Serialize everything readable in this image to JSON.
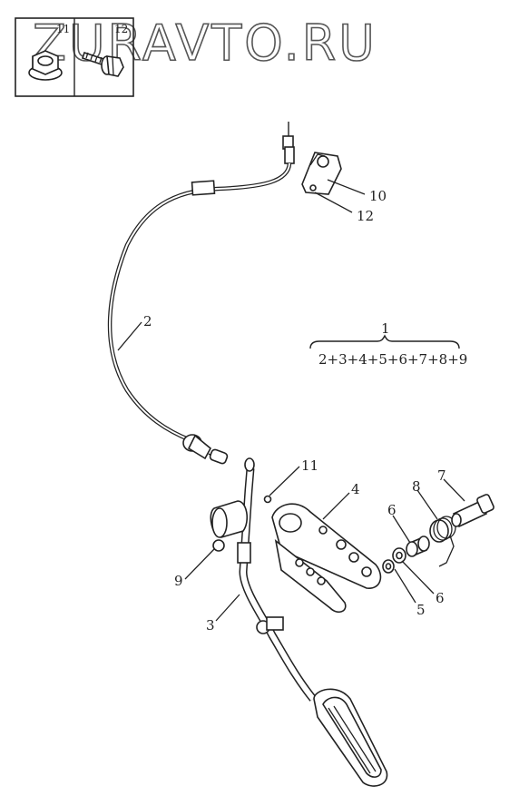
{
  "watermark": "ZURAVTO.RU",
  "inset": {
    "left_label": "11",
    "right_label": "12"
  },
  "assembly": {
    "number": "1",
    "formula": "2+3+4+5+6+7+8+9"
  },
  "callouts": {
    "c2": "2",
    "c3": "3",
    "c4": "4",
    "c5": "5",
    "c6a": "6",
    "c6b": "6",
    "c7": "7",
    "c8": "8",
    "c9": "9",
    "c10": "10",
    "c11": "11",
    "c12": "12"
  }
}
